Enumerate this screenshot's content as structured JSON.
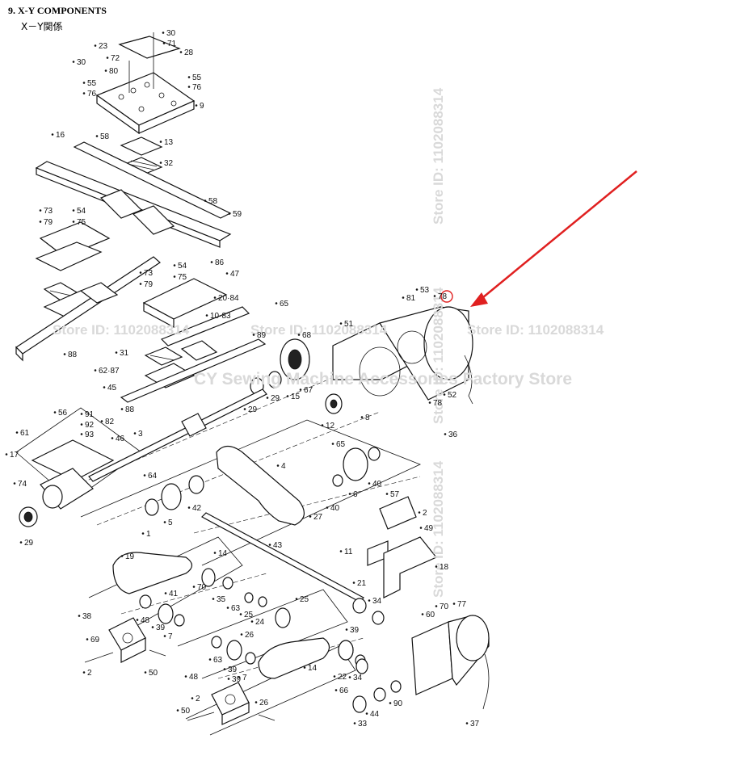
{
  "header": {
    "title": "9. X-Y COMPONENTS",
    "subtitle": "X－Y関係"
  },
  "watermarks": {
    "store_id": "Store ID: 1102088314",
    "store_name": "CY Sewing Machine Accessories Factory Store"
  },
  "highlight": {
    "part": "78",
    "arrow_color": "#e02020"
  },
  "labels": [
    "30",
    "71",
    "28",
    "23",
    "72",
    "80",
    "30",
    "55",
    "76",
    "55",
    "76",
    "9",
    "13",
    "32",
    "16",
    "58",
    "58",
    "59",
    "73",
    "54",
    "79",
    "75",
    "54",
    "86",
    "47",
    "73",
    "79",
    "75",
    "20·84",
    "89",
    "65",
    "10·83",
    "68",
    "51",
    "53",
    "81",
    "78",
    "52",
    "78",
    "36",
    "88",
    "31",
    "15",
    "29",
    "62·87",
    "82",
    "67",
    "12",
    "8",
    "29",
    "45",
    "88",
    "56",
    "91",
    "92",
    "93",
    "61",
    "46",
    "3",
    "65",
    "4",
    "17",
    "64",
    "6",
    "40",
    "57",
    "74",
    "5",
    "42",
    "27",
    "40",
    "2",
    "49",
    "29",
    "1",
    "43",
    "11",
    "18",
    "19",
    "14",
    "70",
    "21",
    "35",
    "34",
    "41",
    "63",
    "25",
    "24",
    "25",
    "70",
    "60",
    "77",
    "38",
    "48",
    "39",
    "7",
    "39",
    "69",
    "2",
    "50",
    "26",
    "63",
    "39",
    "7",
    "14",
    "22",
    "34",
    "39",
    "66",
    "90",
    "48",
    "44",
    "2",
    "26",
    "50",
    "33",
    "37"
  ]
}
